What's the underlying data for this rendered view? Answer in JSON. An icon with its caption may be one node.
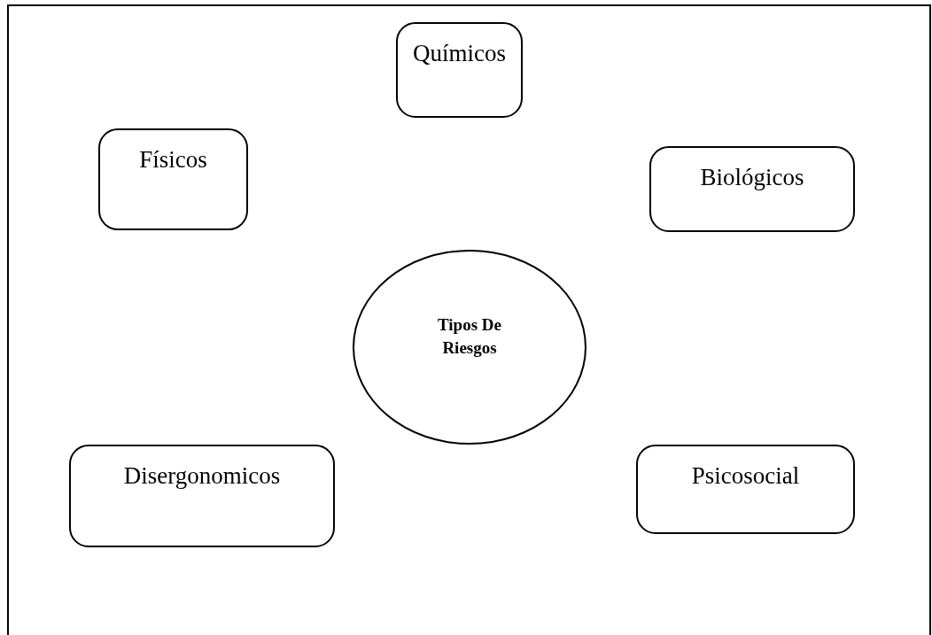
{
  "diagram": {
    "nodes": [
      {
        "text": [
          "Químicos"
        ]
      },
      {
        "text": [
          "Físicos"
        ]
      },
      {
        "text": [
          "Biológicos"
        ]
      },
      {
        "text": [
          "Tipos De Riesgos"
        ]
      },
      {
        "text": [
          "Disergonomicos"
        ]
      },
      {
        "text": [
          "Psicosocial"
        ]
      }
    ]
  }
}
